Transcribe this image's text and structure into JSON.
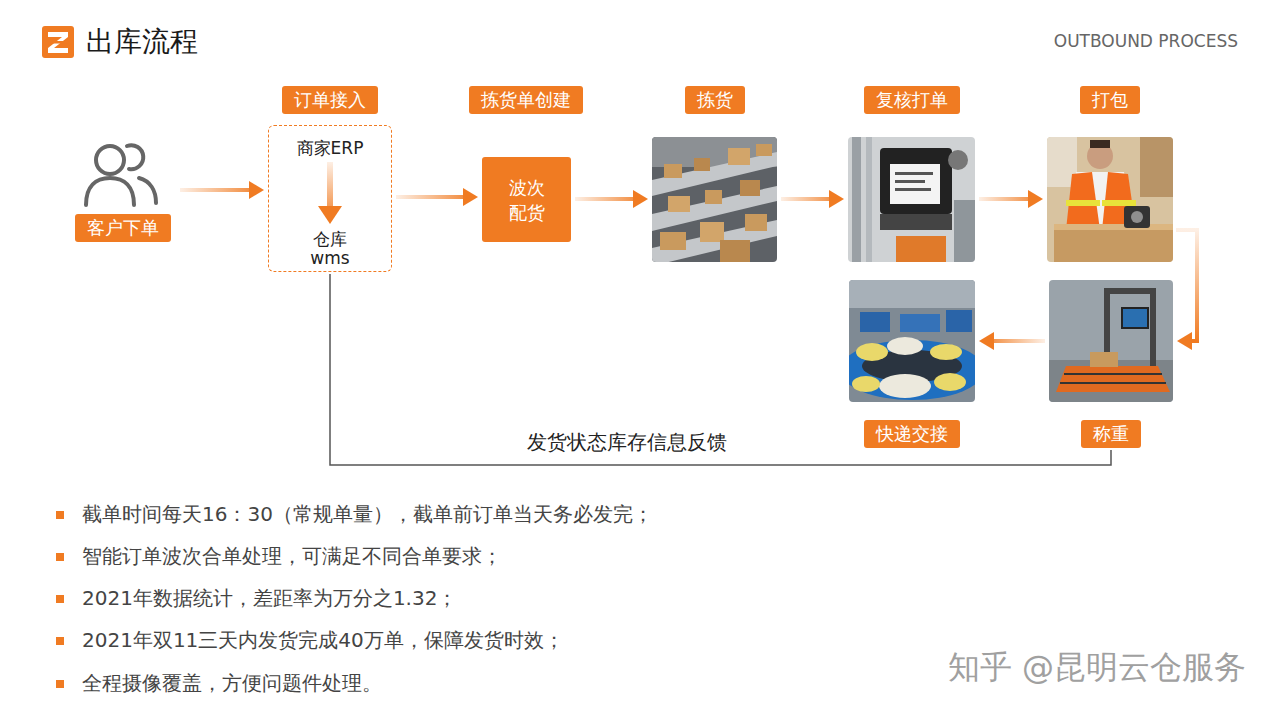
{
  "diagram": {
    "title": "出库流程",
    "nodes": [
      {
        "text": [
          "客户下单"
        ]
      },
      {
        "text": [
          "订单接入"
        ]
      },
      {
        "text": [
          "商家ERP"
        ],
        "in": 1
      },
      {
        "text": [
          "仓库 wms"
        ],
        "in": 1
      },
      {
        "text": [
          "拣货单创建",
          "波次 配货"
        ]
      },
      {
        "text": [
          "拣货"
        ]
      },
      {
        "text": [
          "复核打单"
        ]
      },
      {
        "text": [
          "打包"
        ]
      },
      {
        "text": [
          "称重"
        ]
      },
      {
        "text": [
          "快递交接"
        ]
      }
    ],
    "edges": [
      {
        "from": 0,
        "to": 1,
        "arrow": "to"
      },
      {
        "from": 2,
        "to": 3,
        "arrow": "to"
      },
      {
        "from": 1,
        "to": 4,
        "arrow": "to"
      },
      {
        "from": 4,
        "to": 5,
        "arrow": "to"
      },
      {
        "from": 5,
        "to": 6,
        "arrow": "to"
      },
      {
        "from": 6,
        "to": 7,
        "arrow": "to"
      },
      {
        "from": 7,
        "to": 8,
        "arrow": "to"
      },
      {
        "from": 8,
        "to": 9,
        "arrow": "to"
      },
      {
        "from": 8,
        "to": 1,
        "label": "发货状态库存信息反馈",
        "arrow": "none"
      }
    ],
    "labels": [
      "OUTBOUND PROCESS",
      "截单时间每天16：30（常规单量），截单前订单当天务必发完；",
      "智能订单波次合单处理，可满足不同合单要求；",
      "2021年数据统计，差距率为万分之1.32；",
      "2021年双11三天内发货完成40万单，保障发货时效；",
      "全程摄像覆盖，方便问题件处理。",
      "知乎 @昆明云仓服务"
    ]
  }
}
